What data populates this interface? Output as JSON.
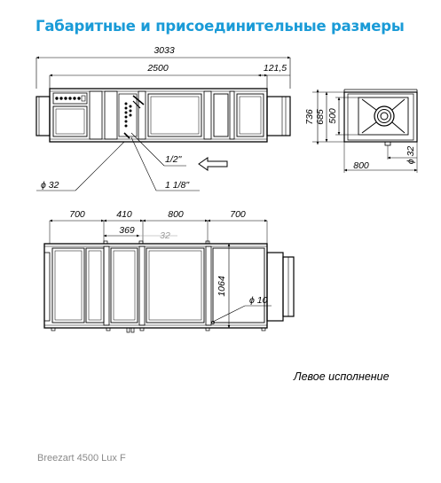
{
  "title": "Габаритные и присоединительные размеры",
  "caption": "Левое исполнение",
  "footer": "Breezart 4500 Lux F",
  "top_view": {
    "dim_total": "3033",
    "dim_body": "2500",
    "dim_flange": "121,5",
    "label_pipe_small": "1/2\"",
    "label_pipe_large": "1 1/8\"",
    "label_drain": "ϕ 32"
  },
  "side_view": {
    "dim_height_outer": "736",
    "dim_height_mid": "685",
    "dim_height_inner": "500",
    "dim_width": "800",
    "dim_drain": "ϕ 32"
  },
  "bottom_view": {
    "dim_1": "700",
    "dim_2": "410",
    "dim_3": "800",
    "dim_4": "700",
    "dim_5": "369",
    "dim_6": "32",
    "dim_depth": "1064",
    "dim_hole": "ϕ 10"
  }
}
